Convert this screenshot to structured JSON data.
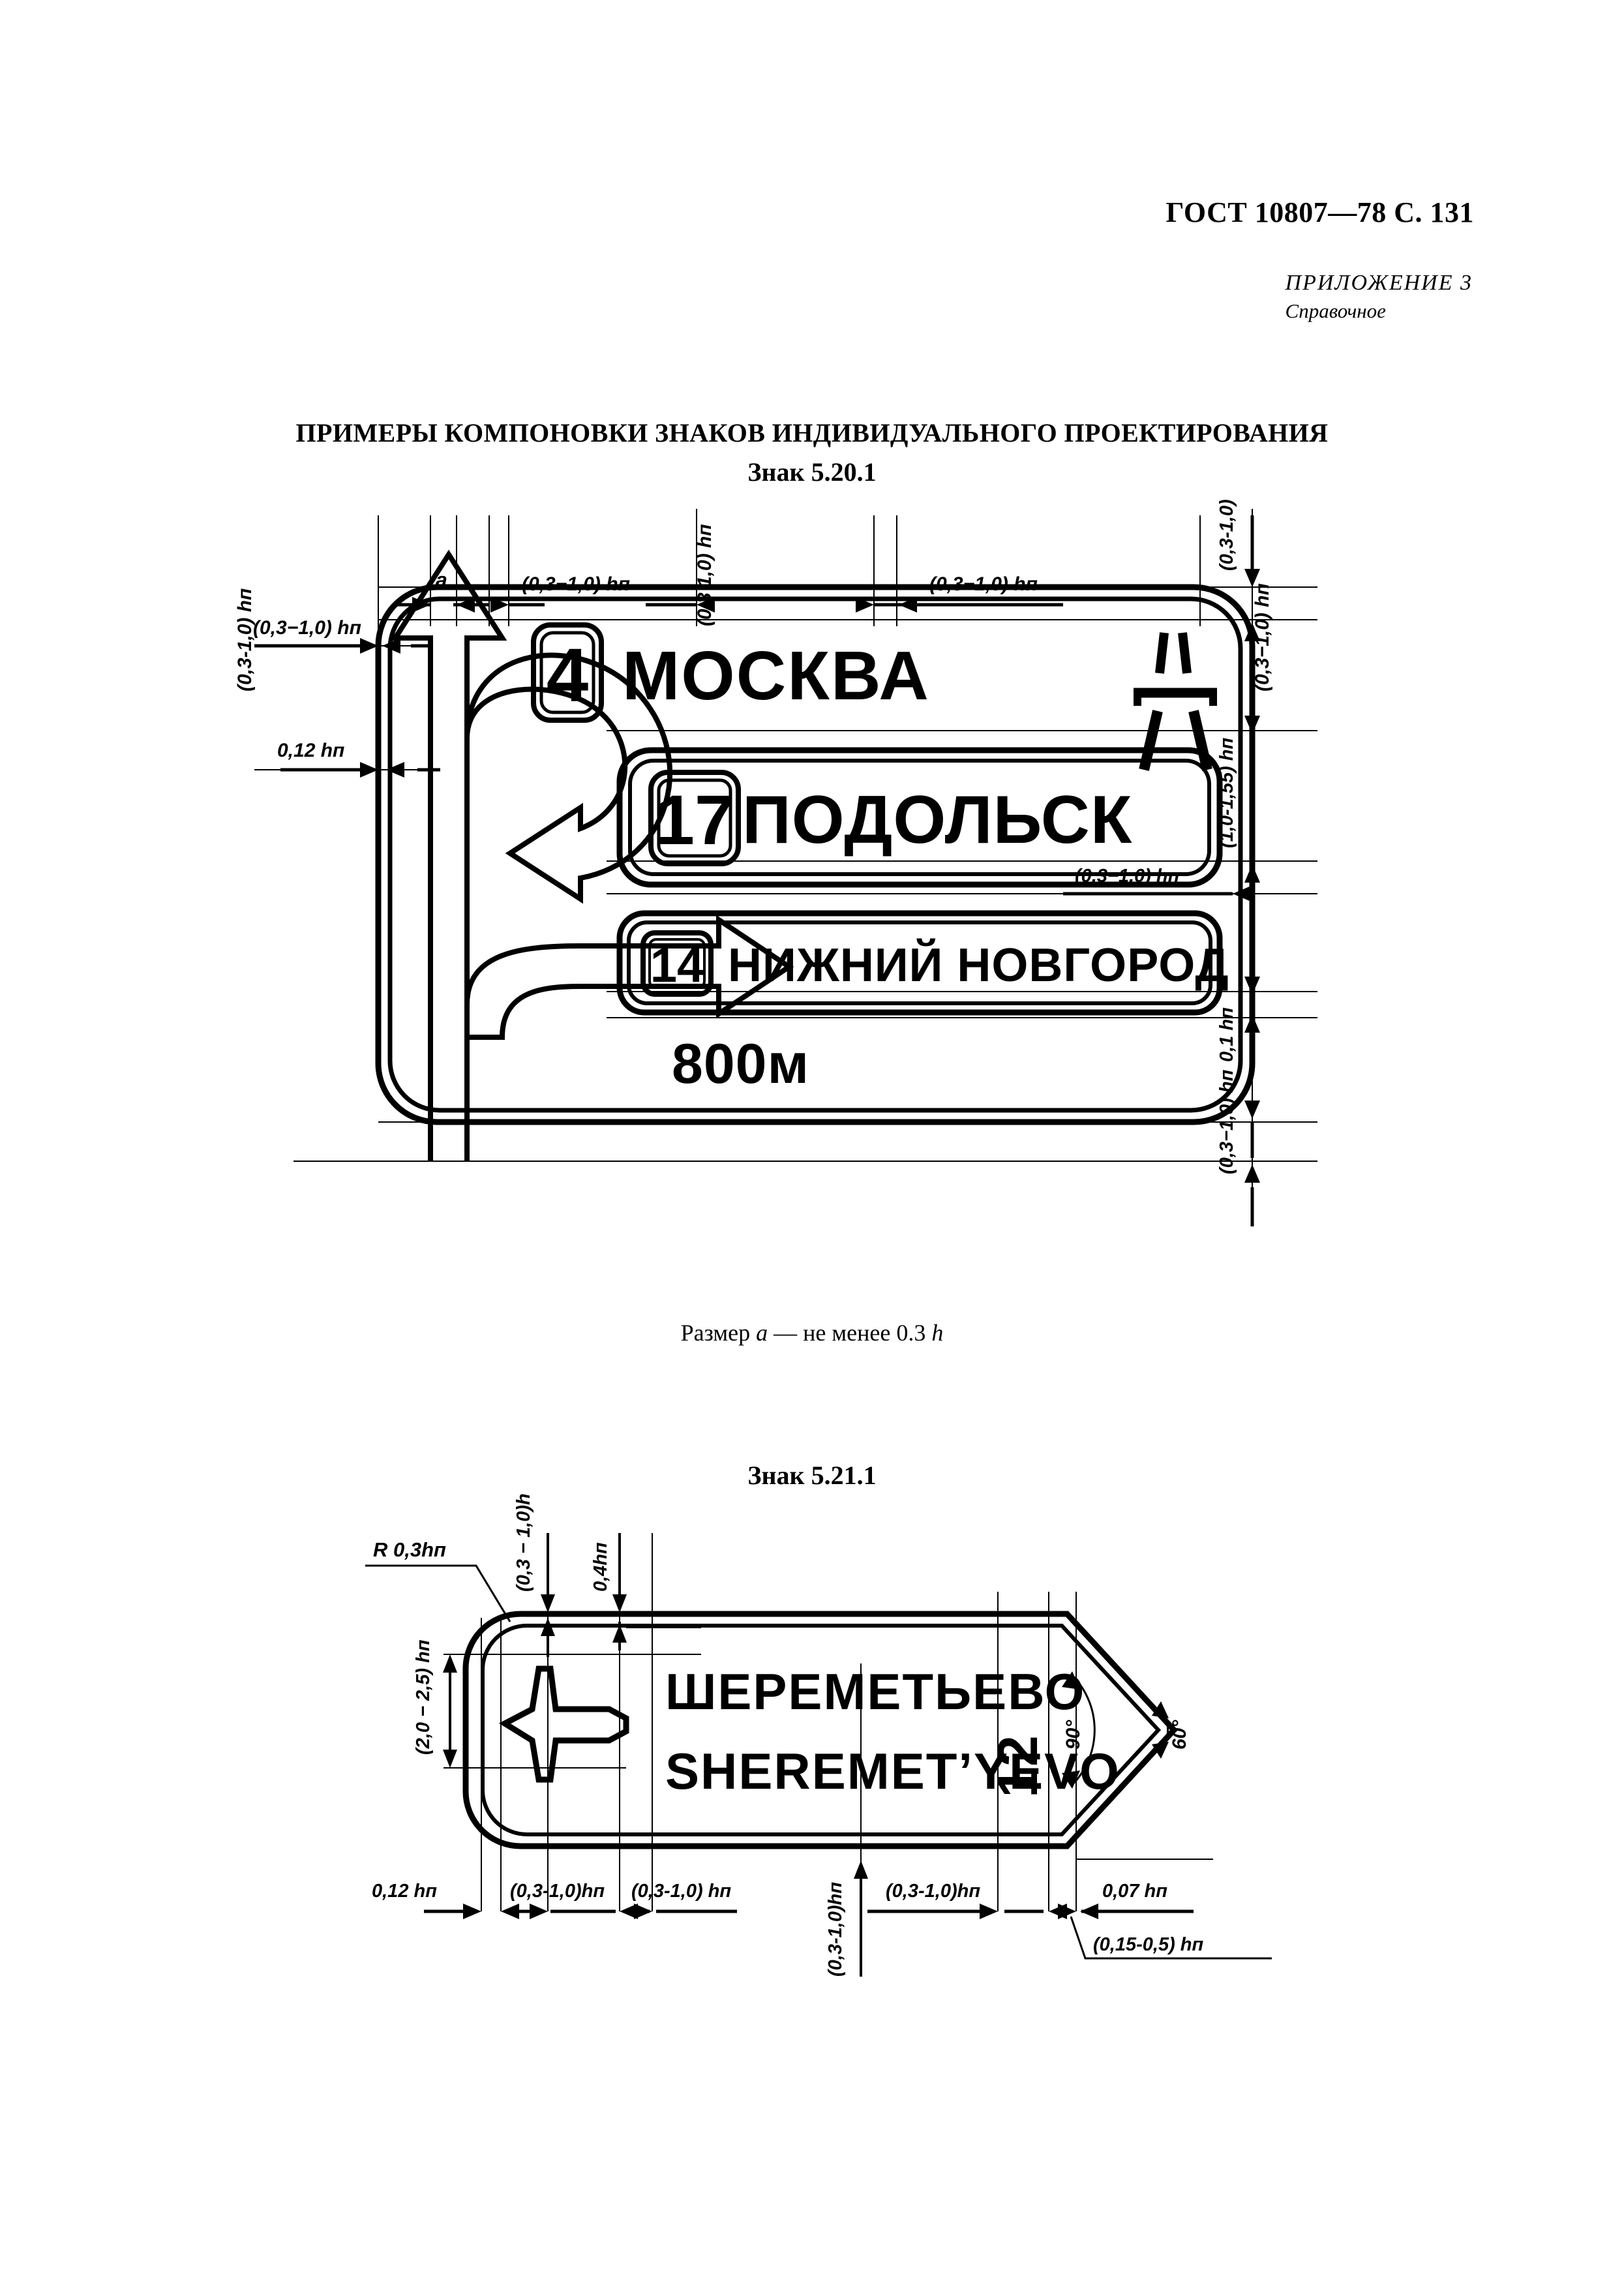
{
  "header": {
    "standard": "ГОСТ 10807—78 С. 131",
    "appendix": "ПРИЛОЖЕНИЕ  3",
    "appendix_kind": "Справочное"
  },
  "titles": {
    "main": "ПРИМЕРЫ КОМПОНОВКИ ЗНАКОВ ИНДИВИДУАЛЬНОГО ПРОЕКТИРОВАНИЯ",
    "sign1": "Знак 5.20.1",
    "sign2": "Знак 5.21.1"
  },
  "caption": {
    "note_pre": "Размер ",
    "note_var": "a",
    "note_mid": " — не менее 0.3 ",
    "note_h": "h"
  },
  "sign_520": {
    "rows": [
      {
        "shield": "4",
        "name": "МОСКВА",
        "icon": "motorway-icon"
      },
      {
        "shield": "17",
        "name": "ПОДОЛЬСК",
        "icon": "none"
      },
      {
        "shield": "14",
        "name": "НИЖНИЙ НОВГОРОД",
        "icon": "none"
      }
    ],
    "distance": "800м",
    "arrows": [
      "straight-up-arrow",
      "u-turn-left-arrow",
      "turn-right-arrow"
    ],
    "dimensions": {
      "top_left_vert": "(0,3-1,0) hп",
      "gap_a": "a",
      "top_gap_1": "(0,3−1,0) hп",
      "top_mid_vert": "(0,3  1,0) hп",
      "top_gap_2": "(0,3−1,0) hп",
      "top_right_vert": "(0,3−1,0) hп",
      "left_outer": "(0,3−1,0) hп",
      "left_border": "0,12 hп",
      "right_top_vert": "(0,3-1,0) hп",
      "right_row_gap": "(1,0-1,55) hп",
      "right_mid": "(0,3−1,0) hп",
      "right_small": "0,1 hп",
      "right_bottom_vert": "(0,3−1,0) hп"
    }
  },
  "sign_521": {
    "name_ru": "ШЕРЕМЕТЬЕВО",
    "name_en": "SHEREMET’YEVO",
    "distance": "12",
    "icon": "airplane-icon",
    "angles": {
      "inner": "90°",
      "tip": "60°"
    },
    "dimensions": {
      "radius": "R 0,3hп",
      "top_vert_left": "(0,3 − 1,0)hп",
      "top_vert_right": "0,4hп",
      "left_height": "(2,0 − 2,5) hп",
      "bottom_border": "0,12 hп",
      "bottom_1": "(0,3-1,0)hп",
      "bottom_2": "(0,3-1,0) hп",
      "bottom_center_vert": "(0,3-1,0)hп",
      "bottom_3": "(0,3-1,0)hп",
      "bottom_right": "0,07 hп",
      "tip_label": "(0,15-0,5) hп"
    }
  }
}
